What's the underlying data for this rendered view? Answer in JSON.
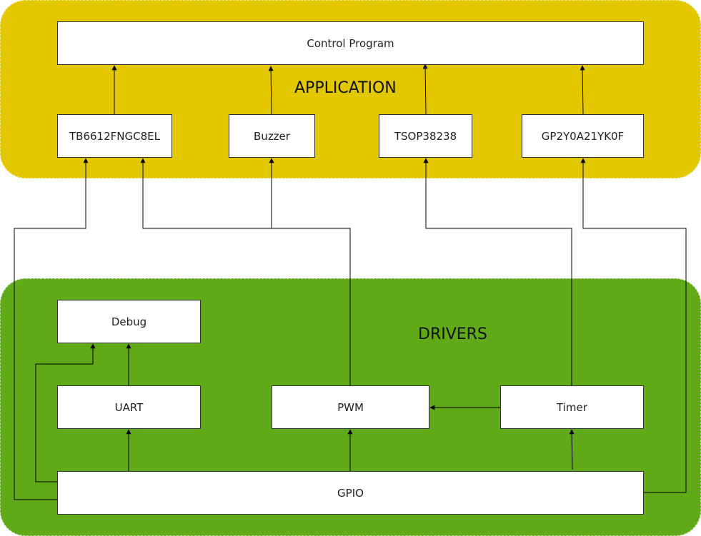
{
  "colors": {
    "application": "#E3C800",
    "drivers": "#60A917",
    "line": "#000000"
  },
  "regions": {
    "application_label": "APPLICATION",
    "drivers_label": "DRIVERS"
  },
  "nodes": {
    "control_program": "Control Program",
    "tb6612": "TB6612FNGC8EL",
    "buzzer": "Buzzer",
    "tsop": "TSOP38238",
    "gp2y": "GP2Y0A21YK0F",
    "debug": "Debug",
    "uart": "UART",
    "pwm": "PWM",
    "timer": "Timer",
    "gpio": "GPIO"
  }
}
